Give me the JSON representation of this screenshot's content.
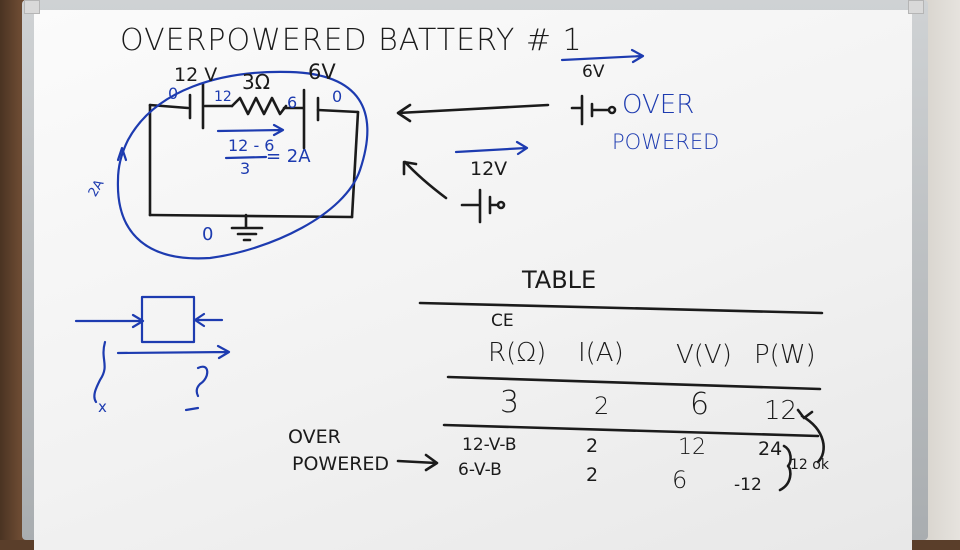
{
  "board": {
    "title": "OVERPOWERED BATTERY # 1",
    "circuit": {
      "battery_left_label": "12 V",
      "resistor_label": "3Ω",
      "battery_right_label": "6V",
      "node_left_voltage": "12",
      "node_right_voltage": "6",
      "node_far_left": "0",
      "node_far_right": "0",
      "current_equation_top": "12 - 6",
      "current_equation_bottom": "3",
      "current_result": "= 2A",
      "loop_current": "2A",
      "ground_label": "0"
    },
    "overpowered_battery": {
      "voltage": "6V",
      "label_line1": "OVER",
      "label_line2": "POWERED"
    },
    "source_battery": {
      "voltage": "12V"
    },
    "table": {
      "title": "TABLE",
      "ce_label": "CE",
      "headers": [
        "R(Ω)",
        "I(A)",
        "V(V)",
        "P(W)"
      ],
      "row_main": [
        "3",
        "2",
        "6",
        "12"
      ],
      "rows_extra": [
        [
          "12-V-B",
          "2",
          "12",
          "24"
        ],
        [
          "6-V-B",
          "2",
          "6",
          "-12"
        ]
      ],
      "annotation": "12 ok",
      "side_label_line1": "OVER",
      "side_label_line2": "POWERED"
    },
    "sketch": {
      "label_x": "x"
    }
  }
}
